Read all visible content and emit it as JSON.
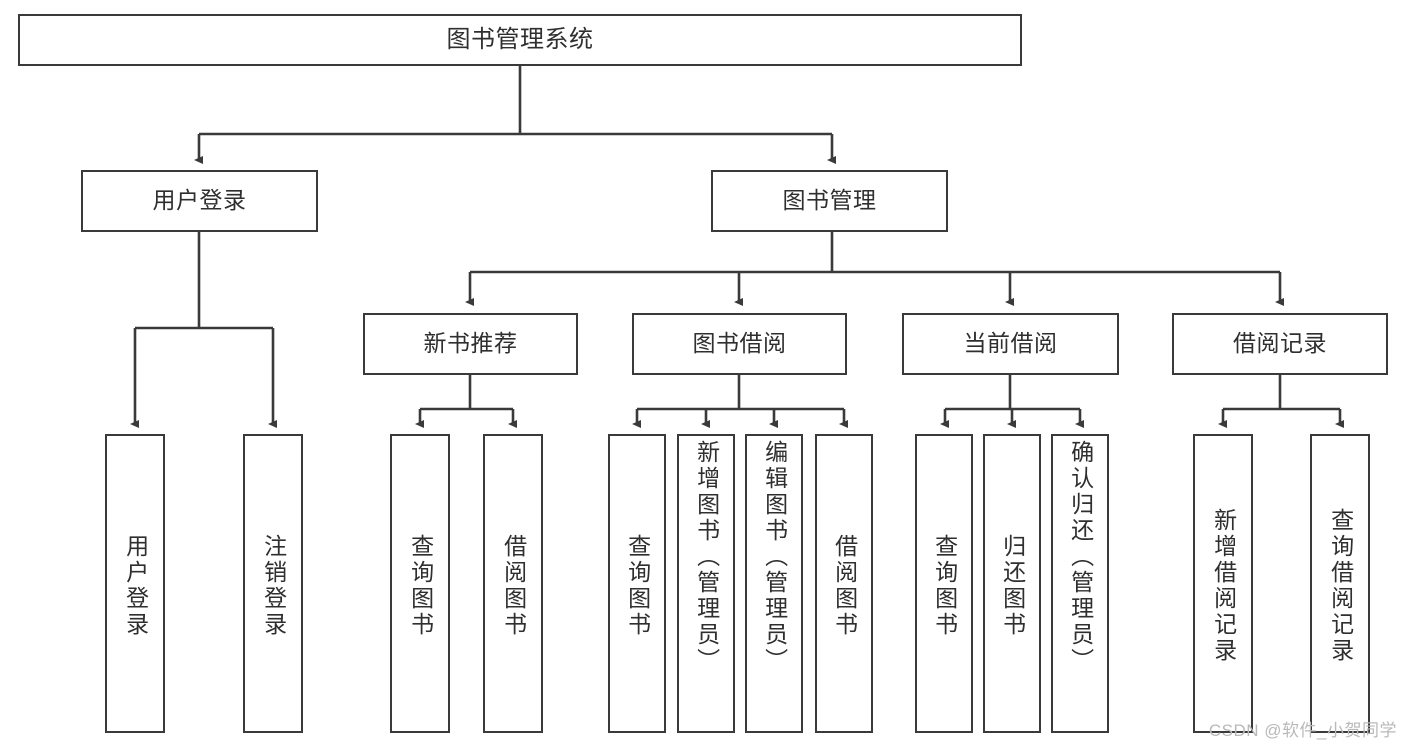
{
  "diagram": {
    "title": "图书管理系统",
    "watermark": "CSDN @软件_小贺同学",
    "colors": {
      "box_border": "#3a3a3a",
      "box_fill": "#ffffff",
      "text": "#2f2f2f",
      "edge": "#3a3a3a",
      "watermark": "#b9b9b9",
      "background": "#ffffff"
    },
    "levels": {
      "level1": "图书管理系统",
      "level2": [
        "用户登录",
        "图书管理"
      ],
      "level3": [
        "新书推荐",
        "图书借阅",
        "当前借阅",
        "借阅记录"
      ]
    },
    "nodes": {
      "root": {
        "label": "图书管理系统"
      },
      "user_login": {
        "label": "用户登录"
      },
      "book_manage": {
        "label": "图书管理"
      },
      "new_book_rec": {
        "label": "新书推荐"
      },
      "book_borrow": {
        "label": "图书借阅"
      },
      "current_borrow": {
        "label": "当前借阅"
      },
      "borrow_record": {
        "label": "借阅记录"
      },
      "leaf_user_login": {
        "label": "用户登录"
      },
      "leaf_user_logout": {
        "label": "注销登录"
      },
      "leaf_query_book_1": {
        "label": "查询图书"
      },
      "leaf_borrow_book_1": {
        "label": "借阅图书"
      },
      "leaf_query_book_2": {
        "label": "查询图书"
      },
      "leaf_add_book": {
        "label": "新增图书（管理员）"
      },
      "leaf_edit_book": {
        "label": "编辑图书（管理员）"
      },
      "leaf_borrow_book_2": {
        "label": "借阅图书"
      },
      "leaf_query_book_3": {
        "label": "查询图书"
      },
      "leaf_return_book": {
        "label": "归还图书"
      },
      "leaf_confirm_return": {
        "label": "确认归还（管理员）"
      },
      "leaf_add_record": {
        "label": "新增借阅记录"
      },
      "leaf_query_record": {
        "label": "查询借阅记录"
      }
    },
    "tree": [
      {
        "label": "图书管理系统",
        "children": [
          {
            "label": "用户登录",
            "children": [
              {
                "label": "用户登录"
              },
              {
                "label": "注销登录"
              }
            ]
          },
          {
            "label": "图书管理",
            "children": [
              {
                "label": "新书推荐",
                "children": [
                  {
                    "label": "查询图书"
                  },
                  {
                    "label": "借阅图书"
                  }
                ]
              },
              {
                "label": "图书借阅",
                "children": [
                  {
                    "label": "查询图书"
                  },
                  {
                    "label": "新增图书（管理员）"
                  },
                  {
                    "label": "编辑图书（管理员）"
                  },
                  {
                    "label": "借阅图书"
                  }
                ]
              },
              {
                "label": "当前借阅",
                "children": [
                  {
                    "label": "查询图书"
                  },
                  {
                    "label": "归还图书"
                  },
                  {
                    "label": "确认归还（管理员）"
                  }
                ]
              },
              {
                "label": "借阅记录",
                "children": [
                  {
                    "label": "新增借阅记录"
                  },
                  {
                    "label": "查询借阅记录"
                  }
                ]
              }
            ]
          }
        ]
      }
    ]
  }
}
